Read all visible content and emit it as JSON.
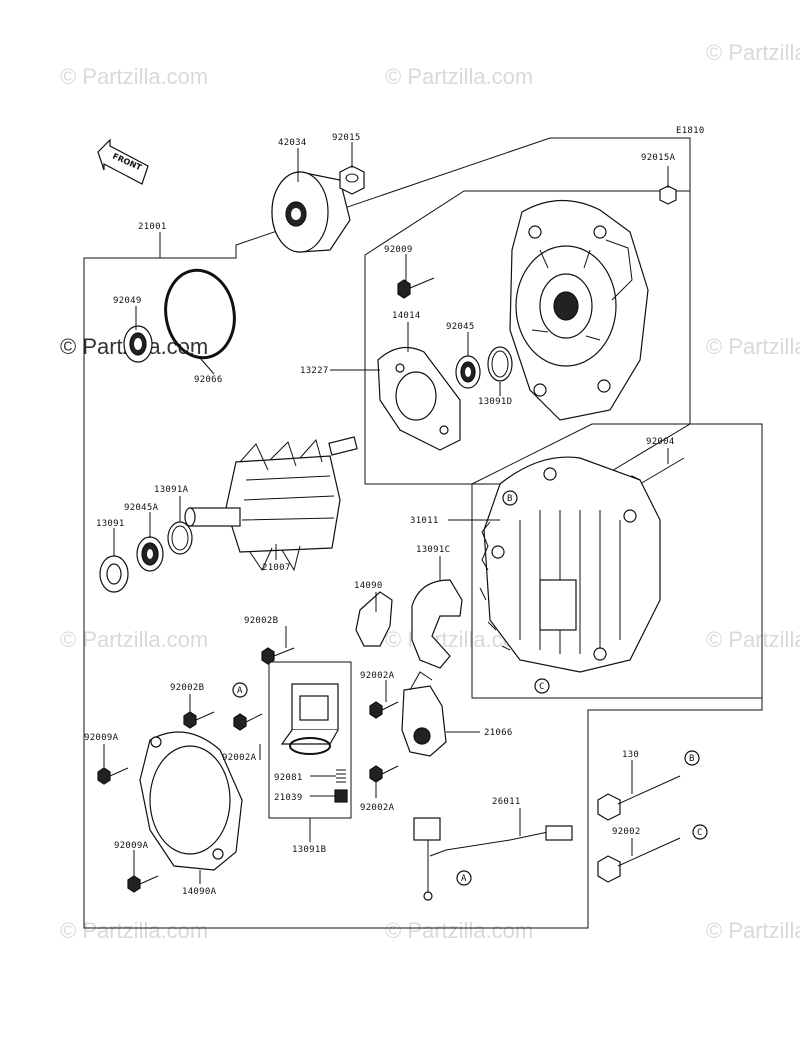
{
  "diagram_code": "E1810",
  "front_label": "FRONT",
  "watermark": "© Partzilla.com",
  "parts": [
    {
      "id": "lbl-42034",
      "text": "42034"
    },
    {
      "id": "lbl-92015",
      "text": "92015"
    },
    {
      "id": "lbl-92015a",
      "text": "92015A"
    },
    {
      "id": "lbl-21001",
      "text": "21001"
    },
    {
      "id": "lbl-92009",
      "text": "92009"
    },
    {
      "id": "lbl-92049",
      "text": "92049"
    },
    {
      "id": "lbl-92066",
      "text": "92066"
    },
    {
      "id": "lbl-14014",
      "text": "14014"
    },
    {
      "id": "lbl-92045",
      "text": "92045"
    },
    {
      "id": "lbl-13227",
      "text": "13227"
    },
    {
      "id": "lbl-13091d",
      "text": "13091D"
    },
    {
      "id": "lbl-13091a",
      "text": "13091A"
    },
    {
      "id": "lbl-92045a",
      "text": "92045A"
    },
    {
      "id": "lbl-13091",
      "text": "13091"
    },
    {
      "id": "lbl-21007",
      "text": "21007"
    },
    {
      "id": "lbl-92004",
      "text": "92004"
    },
    {
      "id": "lbl-31011",
      "text": "31011"
    },
    {
      "id": "lbl-13091c",
      "text": "13091C"
    },
    {
      "id": "lbl-14090",
      "text": "14090"
    },
    {
      "id": "lbl-92002b-1",
      "text": "92002B"
    },
    {
      "id": "lbl-92002b-2",
      "text": "92002B"
    },
    {
      "id": "lbl-92002a-1",
      "text": "92002A"
    },
    {
      "id": "lbl-92002a-2",
      "text": "92002A"
    },
    {
      "id": "lbl-92002a-3",
      "text": "92002A"
    },
    {
      "id": "lbl-21066",
      "text": "21066"
    },
    {
      "id": "lbl-92009a-1",
      "text": "92009A"
    },
    {
      "id": "lbl-92009a-2",
      "text": "92009A"
    },
    {
      "id": "lbl-92081",
      "text": "92081"
    },
    {
      "id": "lbl-21039",
      "text": "21039"
    },
    {
      "id": "lbl-13091b",
      "text": "13091B"
    },
    {
      "id": "lbl-26011",
      "text": "26011"
    },
    {
      "id": "lbl-14090a",
      "text": "14090A"
    },
    {
      "id": "lbl-130",
      "text": "130"
    },
    {
      "id": "lbl-92002",
      "text": "92002"
    }
  ],
  "callouts": {
    "a": "A",
    "b": "B",
    "c": "C"
  }
}
